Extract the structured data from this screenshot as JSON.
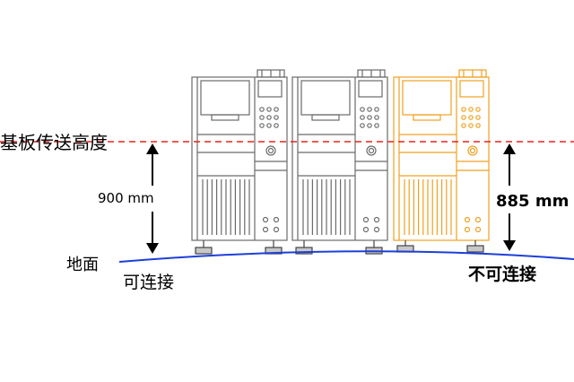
{
  "labels": {
    "conveyor_height": "基板传送高度",
    "left_height": "900 mm",
    "right_height": "885 mm",
    "ground": "地面",
    "connectable": "可连接",
    "not_connectable": "不可连接"
  },
  "colors": {
    "machine_normal": "#6b6b6b",
    "machine_highlight": "#f0a020",
    "conveyor_line": "#e8231d",
    "ground_line": "#1e3fd8",
    "arrow": "#000000",
    "foot": "#c8c8c8"
  },
  "machines": [
    {
      "name": "machine-1",
      "highlight": false
    },
    {
      "name": "machine-2",
      "highlight": false
    },
    {
      "name": "machine-3-highlighted",
      "highlight": true
    }
  ]
}
